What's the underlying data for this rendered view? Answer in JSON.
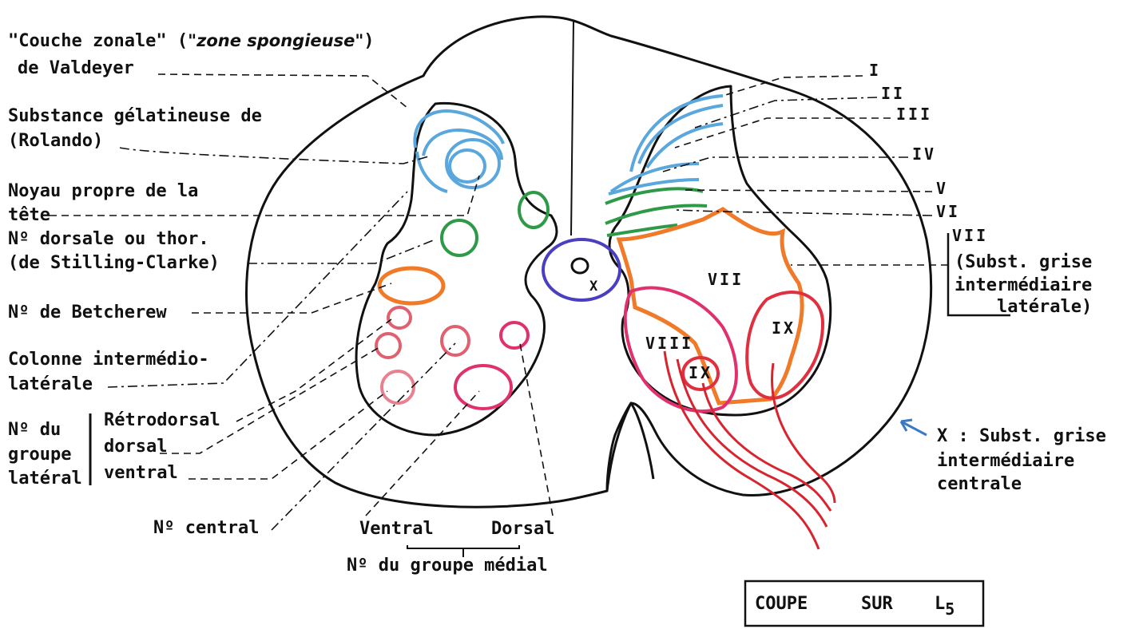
{
  "colors": {
    "laminae_1_4": "#5aa7dd",
    "laminae_5_6": "#2e9a48",
    "lamina_7": "#f07a28",
    "lamina_8": "#e0306e",
    "lamina_9": "#e03040",
    "nerve_roots": "#d8242f",
    "central_x": "#4a3fc0",
    "lateral_nuclei": "#e06070",
    "arrow": "#3a78c8"
  },
  "left_labels": {
    "couche_zonale_a": "\"Couche zonale\" (",
    "couche_zonale_b": "\"zone spongieuse\"",
    "couche_zonale_c": ")",
    "valdeyer": "de Valdeyer",
    "gelatineuse": "Substance gélatineuse de",
    "rolando": "(Rolando)",
    "noyau_propre": "Noyau propre de la",
    "tete": "tête",
    "dorsale": "Nº dorsale ou thor.",
    "stilling": "(de Stilling-Clarke)",
    "betcherew": "Nº de Betcherew",
    "colonne": "Colonne intermédio-",
    "laterale": "latérale",
    "groupe_lat_1": "Nº du",
    "groupe_lat_2": "groupe",
    "groupe_lat_3": "latéral",
    "retrodorsal": "Rétrodorsal",
    "dorsal": "dorsal",
    "ventral": "ventral",
    "central": "Nº central"
  },
  "bottom_labels": {
    "ventral": "Ventral",
    "dorsal": "Dorsal",
    "groupe_medial": "Nº du groupe médial"
  },
  "laminae": {
    "I": "I",
    "II": "II",
    "III": "III",
    "IV": "IV",
    "V": "V",
    "VI": "VI",
    "VII": "VII",
    "subst_1": "(Subst. grise",
    "subst_2": "intermédiaire",
    "subst_3": "latérale)"
  },
  "inner_labels": {
    "VII": "VII",
    "VIII": "VIII",
    "IX_lateral": "IX",
    "IX_medial": "IX",
    "X": "X"
  },
  "note": {
    "line1": "X : Subst. grise",
    "line2": "intermédiaire",
    "line3": "centrale",
    "arrow_icon": "arrow-up-left-icon"
  },
  "caption": {
    "coupe": "COUPE",
    "sur": "SUR",
    "level": "L",
    "level_sub": "5"
  }
}
